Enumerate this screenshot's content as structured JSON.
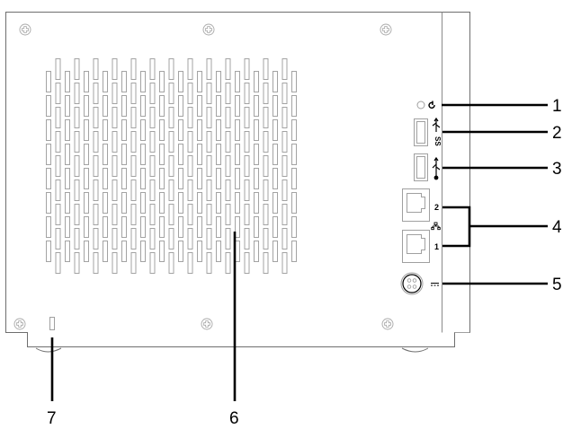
{
  "diagram": {
    "title": "Device rear panel",
    "callouts": [
      {
        "id": "1",
        "label": "1",
        "target": "power-button"
      },
      {
        "id": "2",
        "label": "2",
        "target": "usb-3-port"
      },
      {
        "id": "3",
        "label": "3",
        "target": "usb-2-port"
      },
      {
        "id": "4",
        "label": "4",
        "target": "ethernet-ports"
      },
      {
        "id": "5",
        "label": "5",
        "target": "dc-power-input"
      },
      {
        "id": "6",
        "label": "6",
        "target": "ventilation-grille"
      },
      {
        "id": "7",
        "label": "7",
        "target": "security-slot"
      }
    ],
    "ports": {
      "lan_upper_label": "2",
      "lan_lower_label": "1",
      "usb3_symbol": "SS",
      "dc_symbol": "⎓"
    },
    "colors": {
      "outline": "#6e6e6e",
      "light_outline": "#a0a0a0",
      "callout_line": "#000000",
      "background": "#ffffff"
    }
  }
}
